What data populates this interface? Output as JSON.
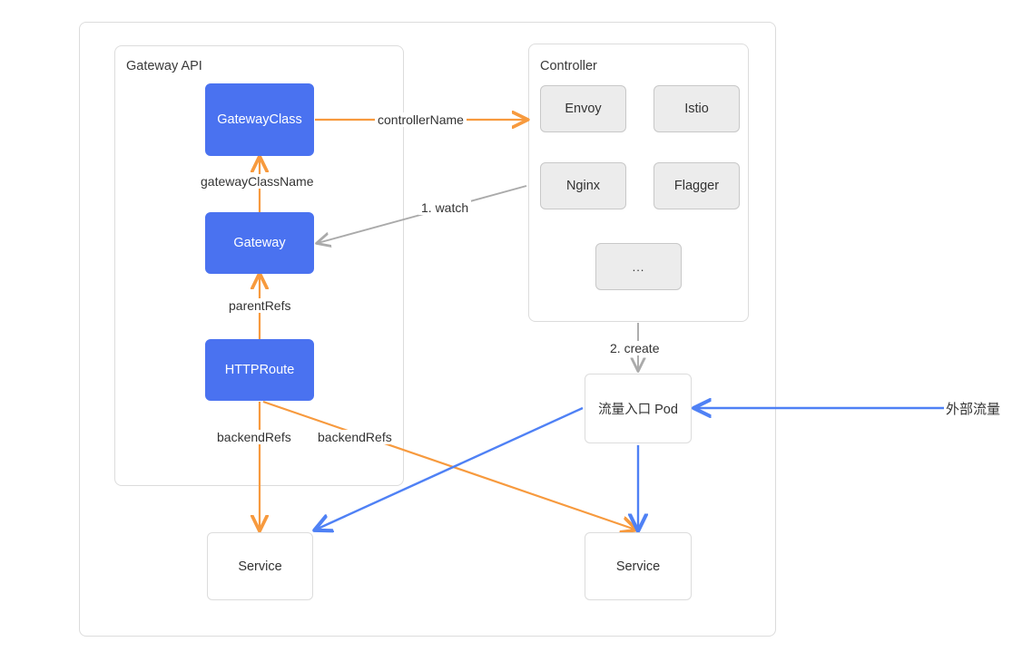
{
  "diagram": {
    "title_hidden": "",
    "colors": {
      "blue_node": "#4a72f0",
      "orange_edge": "#F79A3E",
      "blue_edge": "#4F81F5",
      "gray_edge": "#aaaaaa",
      "frame_border": "#dcdcdc",
      "gray_node_bg": "#ececec"
    },
    "groups": [
      {
        "id": "gateway-api",
        "label": "Gateway API"
      },
      {
        "id": "controller",
        "label": "Controller"
      }
    ],
    "nodes": {
      "gatewayclass": "GatewayClass",
      "gateway": "Gateway",
      "httproute": "HTTPRoute",
      "envoy": "Envoy",
      "istio": "Istio",
      "nginx": "Nginx",
      "flagger": "Flagger",
      "ellipsis": "...",
      "pod": "流量入口 Pod",
      "service_left": "Service",
      "service_right": "Service"
    },
    "edge_labels": {
      "controller_name": "controllerName",
      "gateway_class_name": "gatewayClassName",
      "parent_refs": "parentRefs",
      "backend_refs_left": "backendRefs",
      "backend_refs_right": "backendRefs",
      "watch": "1. watch",
      "create": "2. create"
    },
    "external": {
      "traffic_label": "外部流量"
    }
  }
}
